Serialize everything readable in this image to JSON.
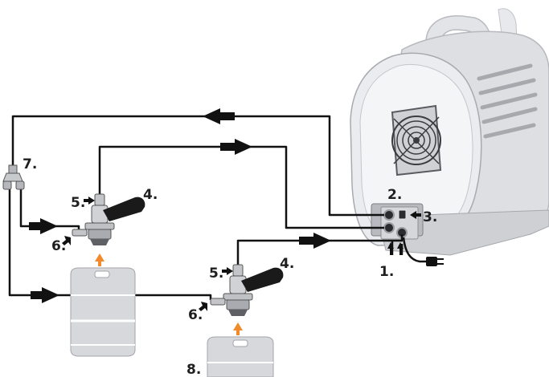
{
  "diagram": {
    "callouts": {
      "inlet_ports": "1.",
      "outlet_ports": "2.",
      "power_switch": "3.",
      "tap_handle": "4.",
      "keg_coupler_top": "5.",
      "gas_inlet": "6.",
      "y_splitter": "7.",
      "keg": "8."
    },
    "colors": {
      "line": "#111111",
      "arrow": "#111111",
      "orange_arrow": "#f08a2b",
      "cooler_body": "#dcdde0",
      "cooler_dark": "#9a9ca2",
      "keg": "#d4d5d8",
      "keg_dark": "#9c9ea3"
    },
    "icons": [
      "fan-icon",
      "power-plug-icon",
      "keg-coupler-icon",
      "keg-icon",
      "arrow-icon"
    ]
  }
}
